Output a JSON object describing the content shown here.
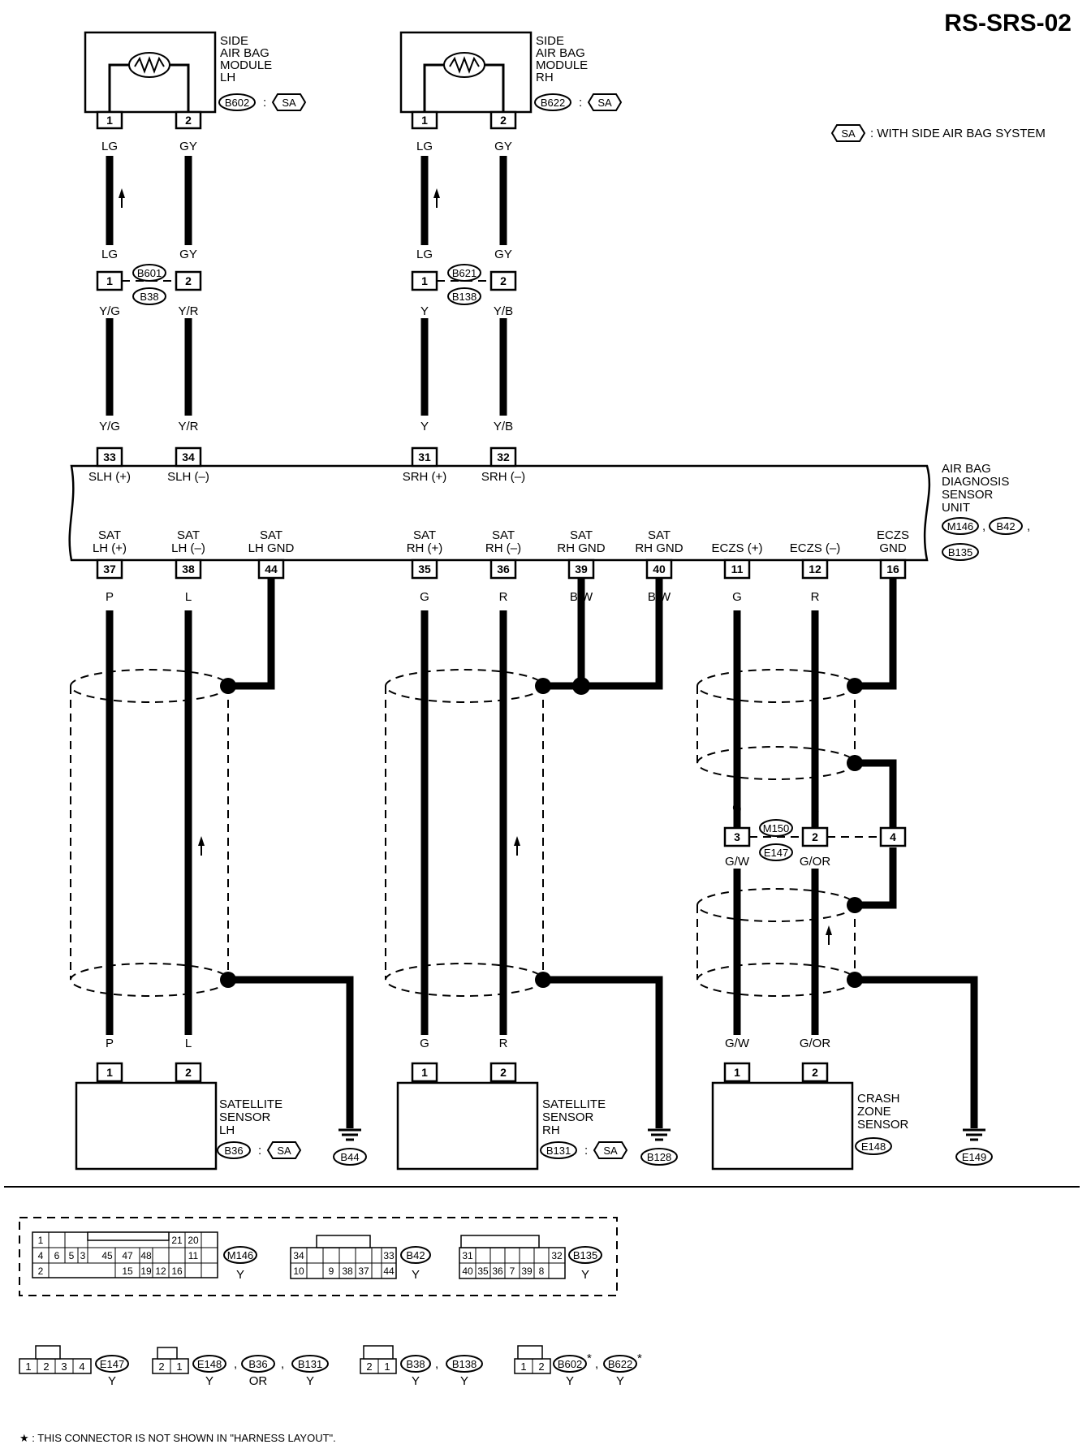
{
  "page_code": "RS-SRS-02",
  "legend": {
    "symbol": "SA",
    "text": ": WITH SIDE AIR BAG SYSTEM"
  },
  "colon": ":",
  "comma": ",",
  "star": "*",
  "modules": [
    {
      "lines": [
        "SIDE",
        "AIR BAG",
        "MODULE",
        "LH"
      ],
      "connector": "B602",
      "option": "SA"
    },
    {
      "lines": [
        "SIDE",
        "AIR BAG",
        "MODULE",
        "RH"
      ],
      "connector": "B622",
      "option": "SA"
    }
  ],
  "module_pins": [
    "1",
    "2",
    "1",
    "2"
  ],
  "wires_top": [
    "LG",
    "GY",
    "LG",
    "GY"
  ],
  "wires_mid_upper": [
    "LG",
    "GY",
    "LG",
    "GY"
  ],
  "joint_pins": [
    "1",
    "2",
    "1",
    "2"
  ],
  "joints": [
    {
      "upper": "B601",
      "lower": "B38"
    },
    {
      "upper": "B621",
      "lower": "B138"
    }
  ],
  "wires_mid_lower": [
    "Y/G",
    "Y/R",
    "Y",
    "Y/B"
  ],
  "wires_unit_top": [
    "Y/G",
    "Y/R",
    "Y",
    "Y/B"
  ],
  "unit_top_pins": [
    "33",
    "34",
    "31",
    "32"
  ],
  "unit_top_names": [
    "SLH (+)",
    "SLH (–)",
    "SRH (+)",
    "SRH (–)"
  ],
  "unit": {
    "lines": [
      "AIR BAG",
      "DIAGNOSIS",
      "SENSOR",
      "UNIT"
    ],
    "connectors": [
      "M146",
      "B42",
      "B135"
    ]
  },
  "unit_bottom_terminals": [
    {
      "name1": "SAT",
      "name2": "LH (+)",
      "pin": "37",
      "wire": "P"
    },
    {
      "name1": "SAT",
      "name2": "LH (–)",
      "pin": "38",
      "wire": "L"
    },
    {
      "name1": "SAT",
      "name2": "LH GND",
      "pin": "44",
      "wire": ""
    },
    {
      "name1": "SAT",
      "name2": "RH (+)",
      "pin": "35",
      "wire": "G"
    },
    {
      "name1": "SAT",
      "name2": "RH (–)",
      "pin": "36",
      "wire": "R"
    },
    {
      "name1": "SAT",
      "name2": "RH GND",
      "pin": "39",
      "wire": "B/W"
    },
    {
      "name1": "SAT",
      "name2": "RH GND",
      "pin": "40",
      "wire": "B/W"
    },
    {
      "name1": "",
      "name2": "ECZS (+)",
      "pin": "11",
      "wire": "G"
    },
    {
      "name1": "",
      "name2": "ECZS (–)",
      "pin": "12",
      "wire": "R"
    },
    {
      "name1": "ECZS",
      "name2": "GND",
      "pin": "16",
      "wire": ""
    }
  ],
  "crash_joint": {
    "wires_upper": [
      "G",
      "R"
    ],
    "pins": [
      "3",
      "2",
      "4"
    ],
    "upper": "M150",
    "lower": "E147",
    "wires_lower": [
      "G/W",
      "G/OR"
    ]
  },
  "sensor_wires": [
    "P",
    "L",
    "G",
    "R",
    "G/W",
    "G/OR"
  ],
  "sensor_pins": [
    "1",
    "2",
    "1",
    "2",
    "1",
    "2"
  ],
  "sensors": [
    {
      "lines": [
        "SATELLITE",
        "SENSOR",
        "LH"
      ],
      "connector": "B36",
      "option": "SA"
    },
    {
      "lines": [
        "SATELLITE",
        "SENSOR",
        "RH"
      ],
      "connector": "B131",
      "option": "SA"
    },
    {
      "lines": [
        "CRASH",
        "ZONE",
        "SENSOR"
      ],
      "connector": "E148",
      "option": ""
    }
  ],
  "grounds": [
    "B44",
    "B128",
    "E149"
  ],
  "connector_views": {
    "m146": {
      "row1": [
        "1",
        "",
        "",
        "21",
        "20"
      ],
      "row2": [
        "4",
        "6",
        "5",
        "3",
        "",
        "45",
        "47",
        "48",
        "",
        "11",
        ""
      ],
      "row3": [
        "2",
        "",
        "15",
        "19",
        "12",
        "16"
      ],
      "id": "M146",
      "color": "Y"
    },
    "b42": {
      "row2": [
        "34",
        "",
        "",
        "",
        "",
        "",
        "33"
      ],
      "row3": [
        "10",
        "",
        "9",
        "38",
        "37",
        "44"
      ],
      "id": "B42",
      "color": "Y"
    },
    "b135": {
      "row2": [
        "31",
        "",
        "",
        "",
        "",
        "",
        "32"
      ],
      "row3": [
        "40",
        "35",
        "36",
        "7",
        "39",
        "8"
      ],
      "id": "B135",
      "color": "Y"
    }
  },
  "small_connectors": [
    {
      "pins": [
        "1",
        "2",
        "3",
        "4"
      ],
      "ids": [
        "E147"
      ],
      "color": [
        "Y"
      ]
    },
    {
      "pins": [
        "2",
        "1"
      ],
      "ids": [
        "E148",
        "B36",
        "B131"
      ],
      "color": [
        "Y",
        "OR",
        "Y"
      ]
    },
    {
      "pins": [
        "2",
        "1"
      ],
      "ids": [
        "B38",
        "B138"
      ],
      "color": [
        "Y",
        "Y"
      ]
    },
    {
      "pins": [
        "1",
        "2"
      ],
      "ids": [
        "B602",
        "B622"
      ],
      "color": [
        "Y",
        "Y"
      ]
    }
  ],
  "footnote": "★ : THIS CONNECTOR IS NOT SHOWN IN \"HARNESS LAYOUT\"."
}
